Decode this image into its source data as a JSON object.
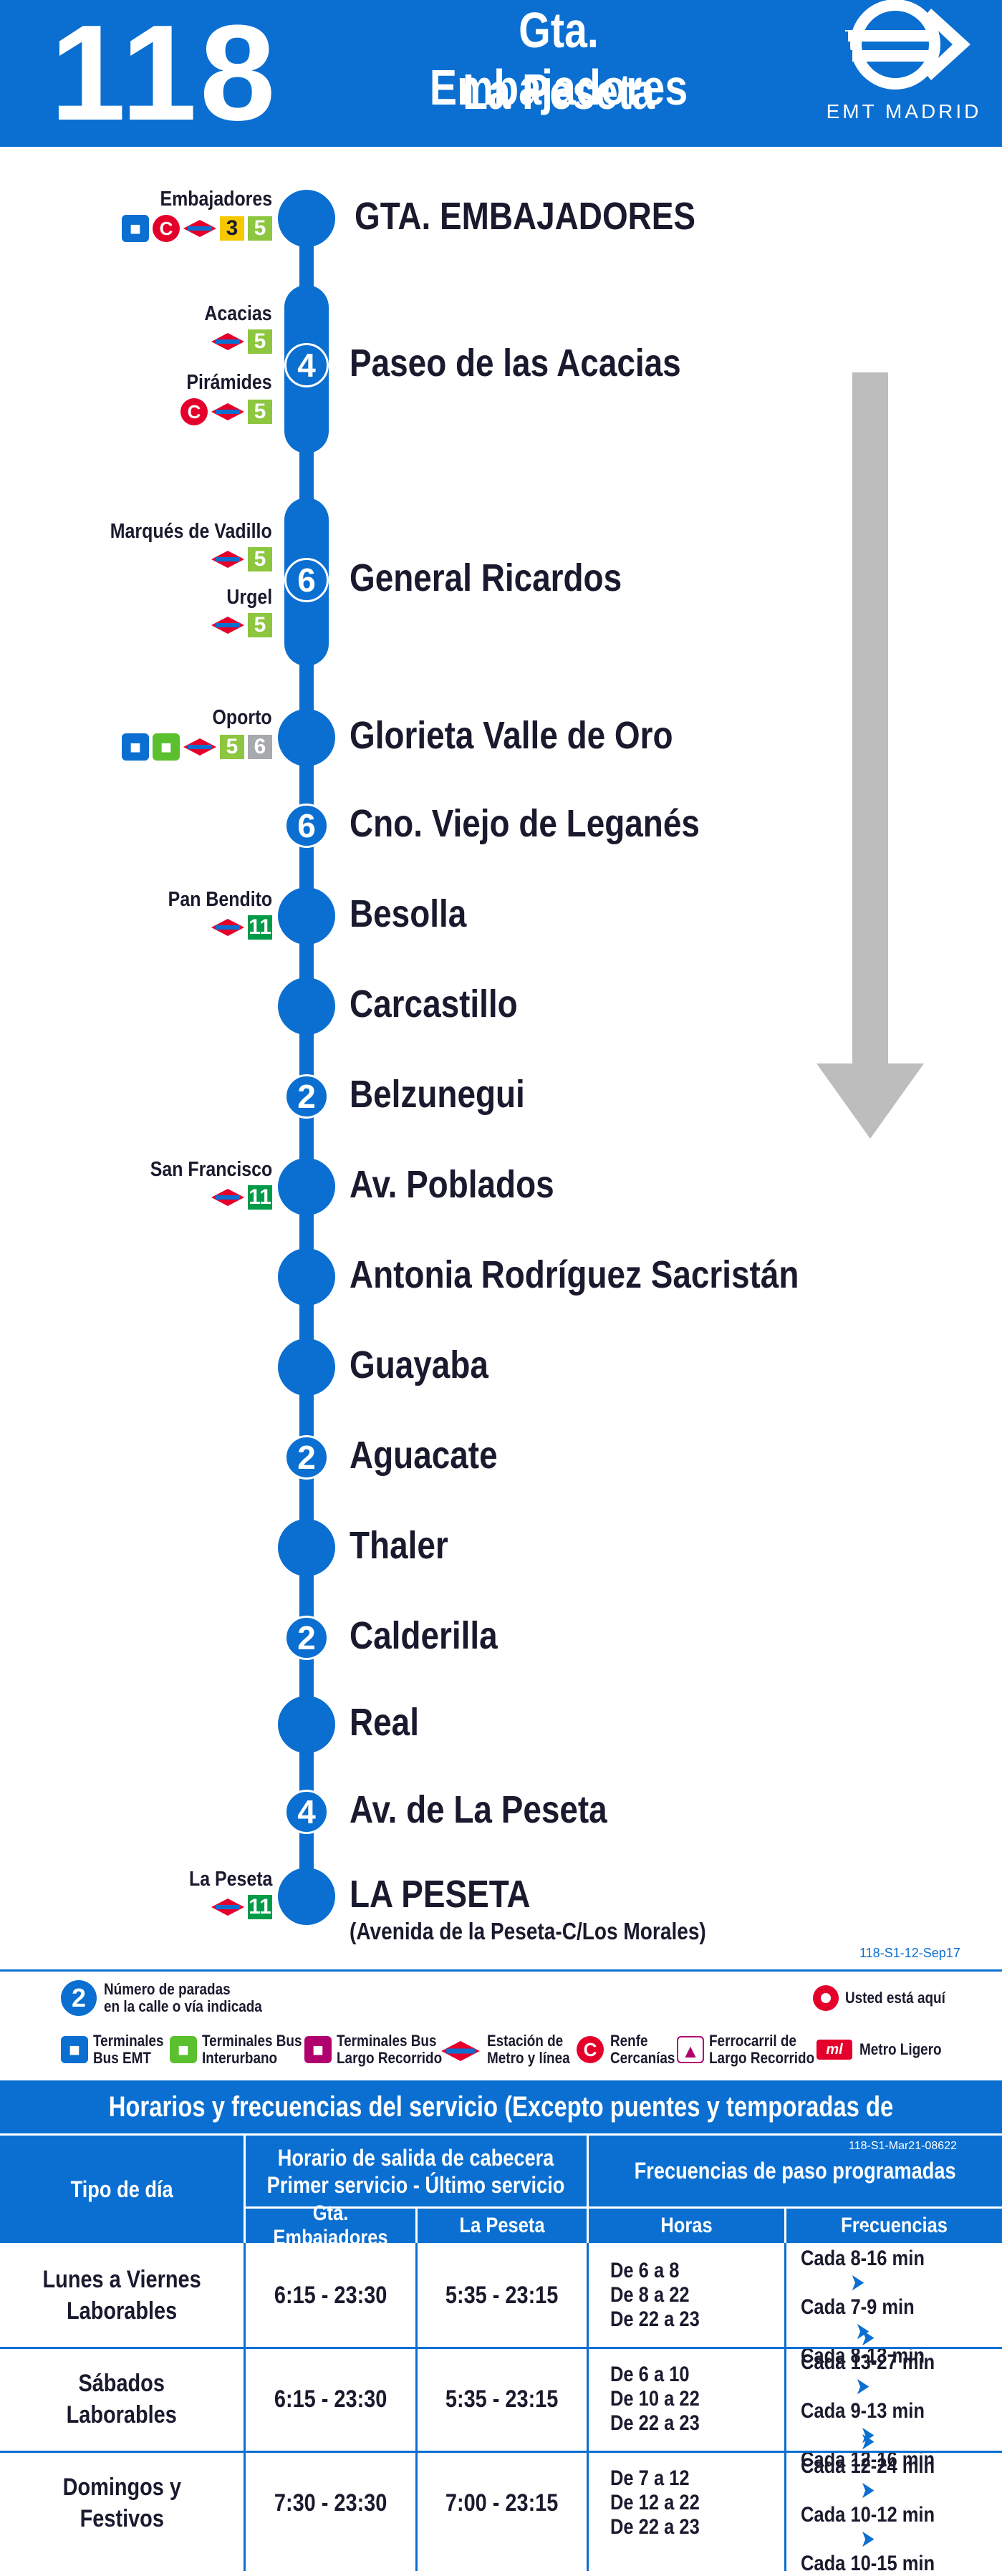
{
  "header": {
    "line_number": "118",
    "destination_1": "Gta. Embajadores",
    "destination_2": "La Peseta",
    "brand_text": "EMT MADRID"
  },
  "colors": {
    "primary": "#0a6fd1",
    "renfe": "#e4002b",
    "metro_l3": "#f5c800",
    "metro_l5": "#8dc63f",
    "metro_l6": "#a7a9ac",
    "metro_l11": "#009b48",
    "arrow": "#bdbdbd"
  },
  "stops": [
    {
      "name": "GTA.  EMBAJADORES",
      "count": ""
    },
    {
      "name": "Paseo de las Acacias",
      "count": "4"
    },
    {
      "name": "General Ricardos",
      "count": "6"
    },
    {
      "name": "Glorieta Valle de Oro",
      "count": ""
    },
    {
      "name": "Cno. Viejo de Leganés",
      "count": "6"
    },
    {
      "name": "Besolla",
      "count": ""
    },
    {
      "name": "Carcastillo",
      "count": ""
    },
    {
      "name": "Belzunegui",
      "count": "2"
    },
    {
      "name": "Av. Poblados",
      "count": ""
    },
    {
      "name": "Antonia Rodríguez Sacristán",
      "count": ""
    },
    {
      "name": "Guayaba",
      "count": ""
    },
    {
      "name": "Aguacate",
      "count": "2"
    },
    {
      "name": "Thaler",
      "count": ""
    },
    {
      "name": "Calderilla",
      "count": "2"
    },
    {
      "name": "Real",
      "count": ""
    },
    {
      "name": "Av. de La Peseta",
      "count": "4"
    },
    {
      "name": "LA PESETA",
      "count": "",
      "sub": "(Avenida de la Peseta-C/Los Morales)"
    }
  ],
  "connections": [
    {
      "name": "Embajadores",
      "lines": [
        "3",
        "5"
      ]
    },
    {
      "name": "Acacias",
      "lines": [
        "5"
      ]
    },
    {
      "name": "Pirámides",
      "lines": [
        "5"
      ]
    },
    {
      "name": "Marqués de Vadillo",
      "lines": [
        "5"
      ]
    },
    {
      "name": "Urgel",
      "lines": [
        "5"
      ]
    },
    {
      "name": "Oporto",
      "lines": [
        "5",
        "6"
      ]
    },
    {
      "name": "Pan Bendito",
      "lines": [
        "11"
      ]
    },
    {
      "name": "San Francisco",
      "lines": [
        "11"
      ]
    },
    {
      "name": "La Peseta",
      "lines": [
        "11"
      ]
    }
  ],
  "map_code": "118-S1-12-Sep17",
  "legend": {
    "stop_count": "Número de paradas\nen la calle o vía indicada",
    "you_are_here": "Usted está aquí",
    "bus_emt": "Terminales\nBus EMT",
    "bus_interurban": "Terminales Bus\nInterurbano",
    "bus_long": "Terminales Bus\nLargo Recorrido",
    "metro": "Estación de\nMetro y línea",
    "renfe": "Renfe\nCercanías",
    "rail_long": "Ferrocarril de\nLargo Recorrido",
    "metro_ligero": "Metro Ligero"
  },
  "table": {
    "title": "Horarios y frecuencias del servicio (Excepto puentes y temporadas de Semana Santa y Verano)",
    "code": "118-S1-Mar21-08622",
    "col_day": "Tipo de día",
    "col_schedule": "Horario de salida de cabecera\nPrimer servicio - Último servicio",
    "col_freq": "Frecuencias de paso programadas",
    "sub_origin": "Gta. Embajadores",
    "sub_dest": "La Peseta",
    "sub_hours": "Horas",
    "sub_freqs": "Frecuencias",
    "rows": [
      {
        "day": "Lunes a Viernes\nLaborables",
        "origin": "6:15 - 23:30",
        "dest": "5:35 - 23:15",
        "hours": [
          "De 6 a 8",
          "De 8 a 22",
          "De 22 a 23"
        ],
        "freqs": [
          "Cada 8-16 min",
          "Cada 7-9 min",
          "Cada 8-13 min"
        ]
      },
      {
        "day": "Sábados\nLaborables",
        "origin": "6:15 - 23:30",
        "dest": "5:35 - 23:15",
        "hours": [
          "De 6 a 10",
          "De 10 a 22",
          "De 22 a 23"
        ],
        "freqs": [
          "Cada 13-27 min",
          "Cada 9-13 min",
          "Cada 12-16 min"
        ]
      },
      {
        "day": "Domingos y\nFestivos",
        "origin": "7:30 - 23:30",
        "dest": "7:00 - 23:15",
        "hours": [
          "De 7 a 12",
          "De 12 a 22",
          "De 22 a 23"
        ],
        "freqs": [
          "Cada 12-24 min",
          "Cada 10-12 min",
          "Cada 10-15 min"
        ]
      }
    ]
  }
}
